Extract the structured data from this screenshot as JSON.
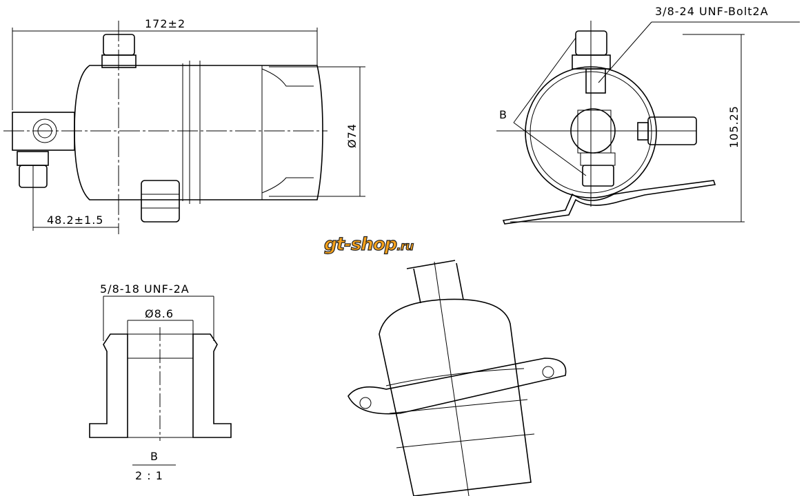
{
  "side_view": {
    "length_dim": "172±2",
    "diameter_dim": "Ø74",
    "offset_dim": "48.2±1.5"
  },
  "end_view": {
    "thread_label": "3/8-24 UNF-Bolt2A",
    "detail_label": "B",
    "height_dim": "105.25"
  },
  "detail_view": {
    "thread_label": "5/8-18 UNF-2A",
    "bore_dim": "Ø8.6",
    "detail_label": "B",
    "scale": "2 : 1"
  },
  "watermark": {
    "text": "gt-shop",
    "suffix": ".ru",
    "color": "#f7a21b"
  }
}
